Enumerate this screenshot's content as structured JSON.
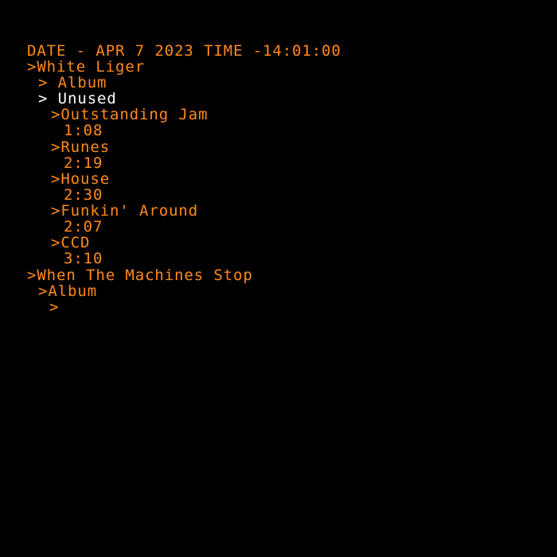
{
  "header": {
    "text": "DATE - APR 7 2023 TIME -14:01:00"
  },
  "colors": {
    "text": "#ff8a1a",
    "selected": "#ffffff",
    "background": "#000000"
  },
  "tree": {
    "artist1": {
      "label": ">White Liger"
    },
    "album1": {
      "label": "> Album"
    },
    "unused": {
      "label": "> Unused"
    },
    "tracks": [
      {
        "title": ">Outstanding Jam",
        "duration": "1:08"
      },
      {
        "title": ">Runes",
        "duration": "2:19"
      },
      {
        "title": ">House",
        "duration": "2:30"
      },
      {
        "title": ">Funkin' Around",
        "duration": "2:07"
      },
      {
        "title": ">CCD",
        "duration": "3:10"
      }
    ],
    "artist2": {
      "label": ">When The Machines Stop"
    },
    "album2": {
      "label": ">Album"
    },
    "cursor": {
      "label": ">"
    }
  }
}
